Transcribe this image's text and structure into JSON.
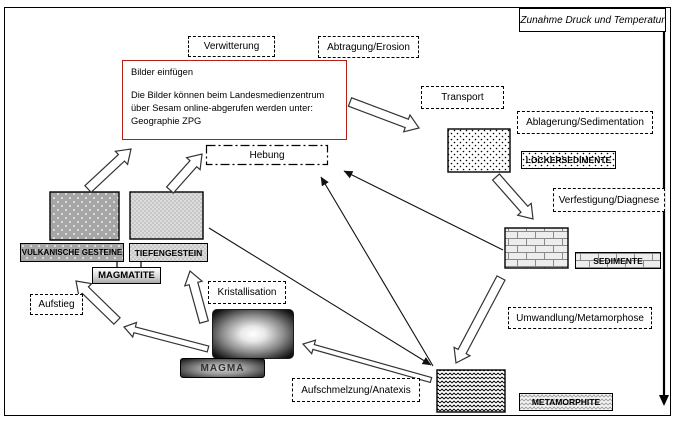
{
  "header": {
    "gradient_label": "Zunahme Druck und Temperatur"
  },
  "process_boxes": {
    "verwitterung": "Verwitterung",
    "abtragung": "Abtragung/Erosion",
    "transport": "Transport",
    "ablagerung": "Ablagerung/Sedimentation",
    "verfestigung": "Verfestigung/Diagnese",
    "umwandlung": "Umwandlung/Metamorphose",
    "aufschmelzung": "Aufschmelzung/Anatexis",
    "aufstieg": "Aufstieg",
    "kristallisation": "Kristallisation",
    "hebung": "Hebung"
  },
  "rock_labels": {
    "lockersedimente": "LOCKERSEDIMENTE",
    "sedimente": "SEDIMENTE",
    "metamorphite": "METAMORPHITE",
    "vulkanische": "VULKANISCHE GESTEINE",
    "tiefengestein": "TIEFENGESTEIN",
    "magmatite": "MAGMATITE",
    "magma": "MAGMA"
  },
  "note_box": {
    "line1": "Bilder einfügen",
    "line2": "Die  Bilder können beim  Landesmedienzentrum",
    "line3": "über Sesam  online-abgerufen werden unter:",
    "line4": "Geographie ZPG"
  },
  "colors": {
    "note_box_border": "#b32017",
    "frame_border": "#000000"
  }
}
